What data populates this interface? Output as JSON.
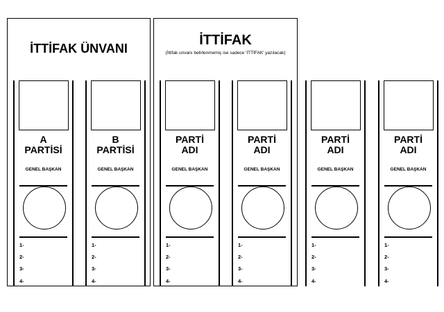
{
  "alliance_title": "İTTİFAK ÜNVANI",
  "alliance2_title": "İTTİFAK",
  "alliance2_note": "(İttifak unvanı belirlenmemiş ise sadece 'İTTİFAK' yazılacak)",
  "chair_label": "GENEL BAŞKAN",
  "candidate_numbers": [
    "1-",
    "2-",
    "3-",
    "4-"
  ],
  "parties": [
    {
      "line1": "A",
      "line2": "PARTİSİ"
    },
    {
      "line1": "B",
      "line2": "PARTİSİ"
    },
    {
      "line1": "PARTİ",
      "line2": "ADI"
    },
    {
      "line1": "PARTİ",
      "line2": "ADI"
    },
    {
      "line1": "PARTİ",
      "line2": "ADI"
    },
    {
      "line1": "PARTİ",
      "line2": "ADI"
    }
  ]
}
